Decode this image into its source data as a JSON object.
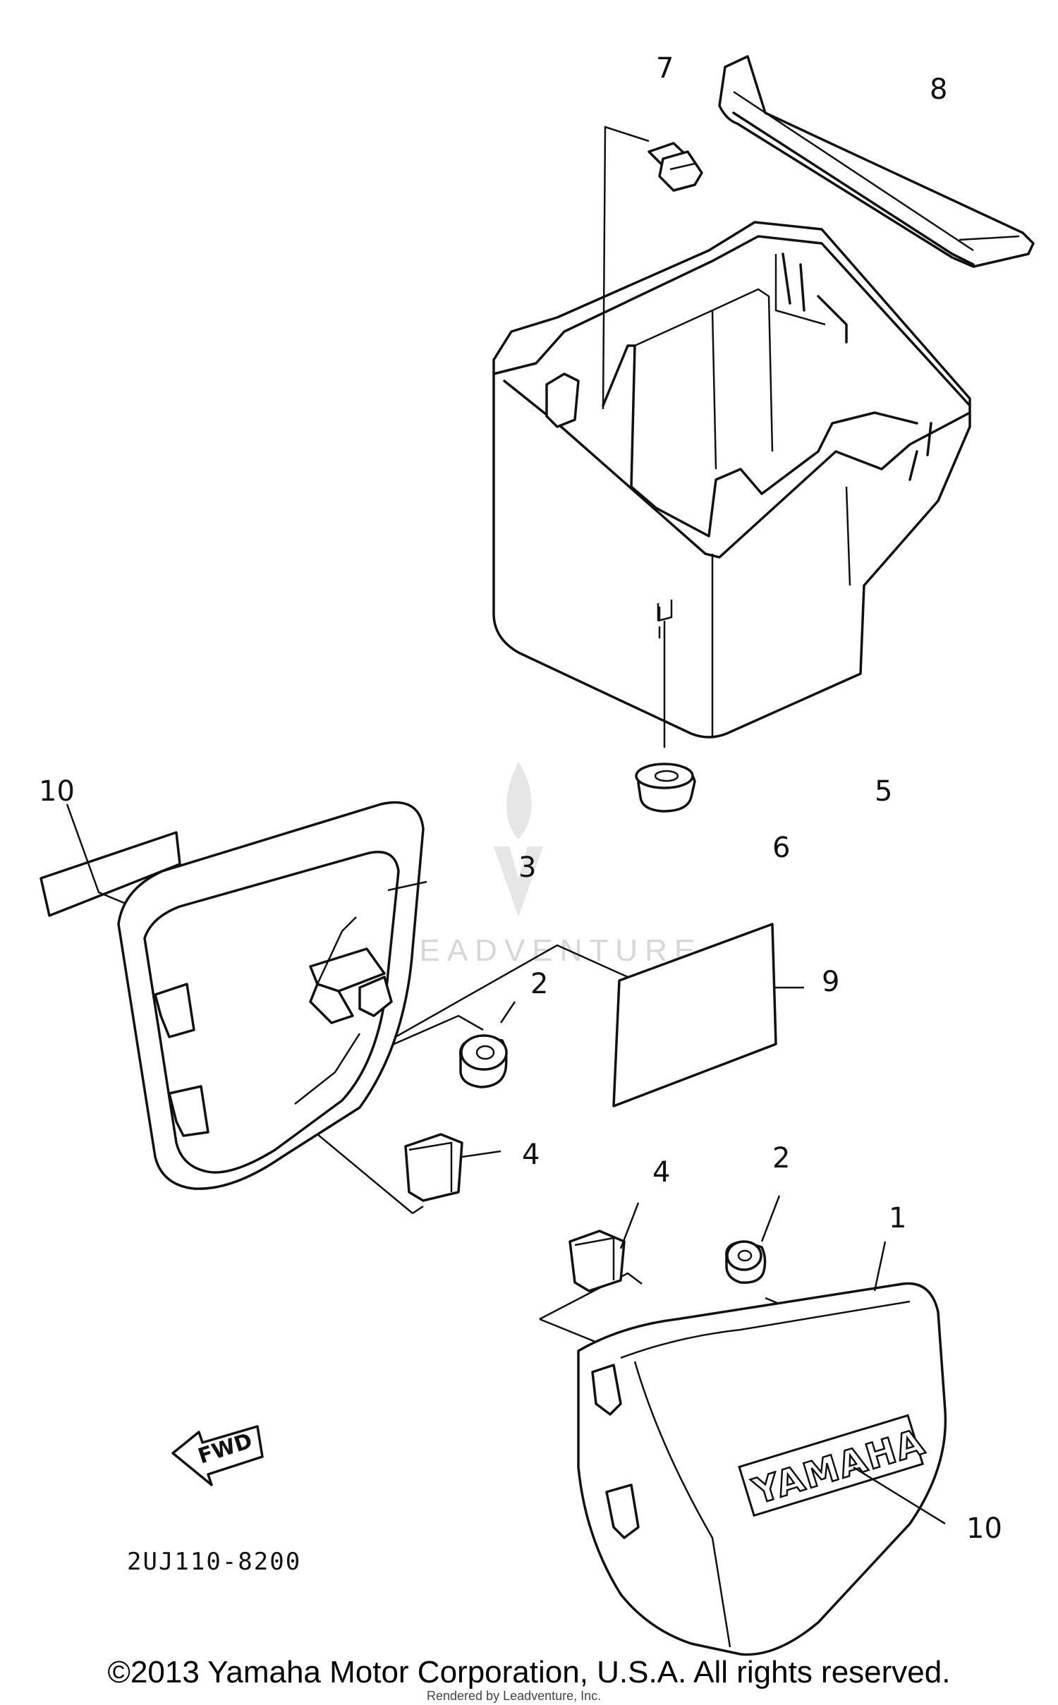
{
  "callouts": {
    "c1": "1",
    "c2a": "2",
    "c2b": "2",
    "c3": "3",
    "c4a": "4",
    "c4b": "4",
    "c5": "5",
    "c6": "6",
    "c7": "7",
    "c8": "8",
    "c9": "9",
    "c10a": "10",
    "c10b": "10"
  },
  "diagram_code": "2UJ110-8200",
  "fwd_label": "FWD",
  "emblem_text": "YAMAHA",
  "watermark": "LEADVENTURE",
  "rendered_by": "Rendered by Leadventure, Inc.",
  "copyright": "©2013 Yamaha Motor Corporation, U.S.A. All rights reserved."
}
